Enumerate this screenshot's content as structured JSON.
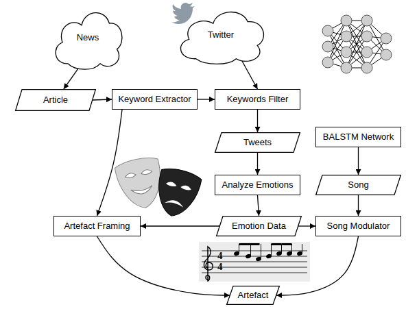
{
  "diagram": {
    "nodes": [
      {
        "text": [
          "News"
        ]
      },
      {
        "text": [
          "Twitter"
        ]
      },
      {
        "text": [
          "Article"
        ]
      },
      {
        "text": [
          "Keyword Extractor"
        ]
      },
      {
        "text": [
          "Keywords Filter"
        ]
      },
      {
        "text": [
          "Tweets"
        ]
      },
      {
        "text": [
          "Analyze Emotions"
        ]
      },
      {
        "text": [
          "BALSTM Network"
        ]
      },
      {
        "text": [
          "Song"
        ]
      },
      {
        "text": [
          "Artefact Framing"
        ]
      },
      {
        "text": [
          "Emotion Data"
        ]
      },
      {
        "text": [
          "Song Modulator"
        ]
      },
      {
        "text": [
          "Artefact"
        ]
      }
    ],
    "edges": [
      {
        "from": 0,
        "to": 2,
        "arrow": "to"
      },
      {
        "from": 1,
        "to": 4,
        "arrow": "to"
      },
      {
        "from": 2,
        "to": 3,
        "arrow": "to"
      },
      {
        "from": 3,
        "to": 4,
        "arrow": "to"
      },
      {
        "from": 4,
        "to": 5,
        "arrow": "to"
      },
      {
        "from": 5,
        "to": 6,
        "arrow": "to"
      },
      {
        "from": 6,
        "to": 10,
        "arrow": "to"
      },
      {
        "from": 7,
        "to": 8,
        "arrow": "to"
      },
      {
        "from": 8,
        "to": 11,
        "arrow": "to"
      },
      {
        "from": 3,
        "to": 9,
        "arrow": "to"
      },
      {
        "from": 10,
        "to": 9,
        "arrow": "to"
      },
      {
        "from": 10,
        "to": 11,
        "arrow": "to"
      },
      {
        "from": 9,
        "to": 12,
        "arrow": "to"
      },
      {
        "from": 11,
        "to": 12,
        "arrow": "to"
      }
    ],
    "labels": [
      "4",
      "4"
    ]
  }
}
